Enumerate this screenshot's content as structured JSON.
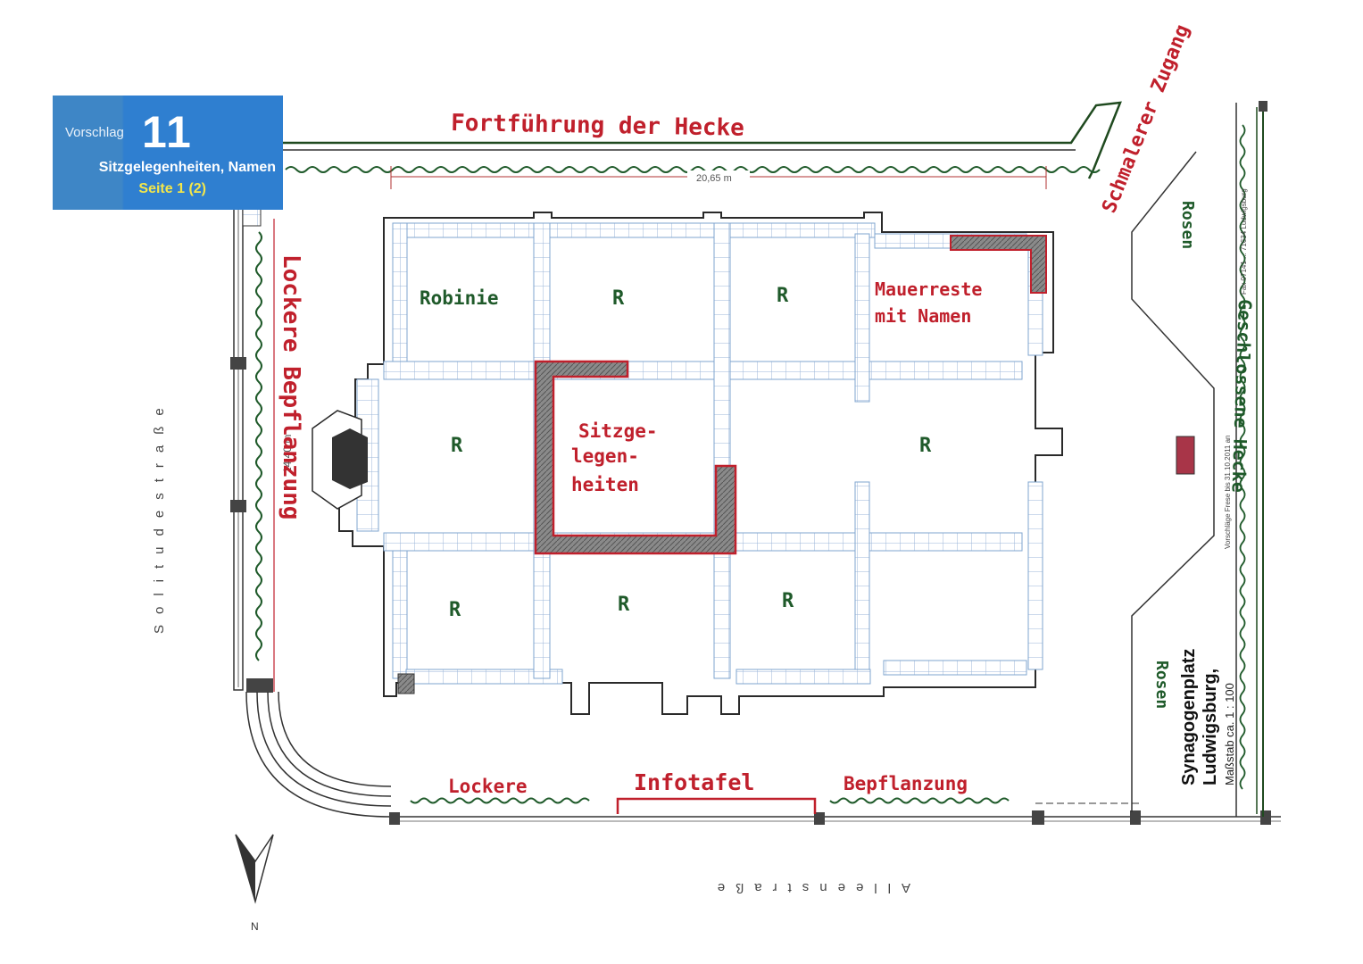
{
  "badge": {
    "label": "Vorschlag",
    "number": "11",
    "subtitle": "Sitzgelegenheiten, Namen",
    "page": "Seite 1 (2)"
  },
  "annotations": {
    "hedge_continuation": "Fortführung der Hecke",
    "narrow_access": "Schmalerer Zugang",
    "loose_planting_left": "Lockere Bepflanzung",
    "loose_planting_bottom_a": "Lockere",
    "loose_planting_bottom_b": "Bepflanzung",
    "info_board": "Infotafel",
    "robinia": "Robinie",
    "wall_remains_1": "Mauerreste",
    "wall_remains_2": "mit Namen",
    "seating_1": "Sitzge-",
    "seating_2": "legen-",
    "seating_3": "heiten",
    "roses_top": "Rosen",
    "roses_bottom": "Rosen",
    "closed_hedge": "Geschlossene Hecke",
    "lawn": "R"
  },
  "plan": {
    "dimension_top": "20,65 m",
    "dimension_left": "14,40 m",
    "street_left": "Solitudestraße",
    "street_bottom": "Alleenstraße",
    "north": "N",
    "site_name_1": "Synagogenplatz",
    "site_name_2": "Ludwigsburg,",
    "scale": "Maßstab ca. 1 : 100",
    "print_note_1": "Vorschläge Frese bis 31.10.2011 an",
    "print_note_2": "Fax 07141 ... 71634 Ludwigsburg"
  },
  "colors": {
    "badge_blue": "#2f7fd0",
    "badge_yellow": "#f3e64a",
    "hand_red": "#c0202c",
    "hand_green": "#1f5a2a",
    "plan_blue": "#7fa4cf",
    "plan_dark": "#2a2a2a"
  }
}
